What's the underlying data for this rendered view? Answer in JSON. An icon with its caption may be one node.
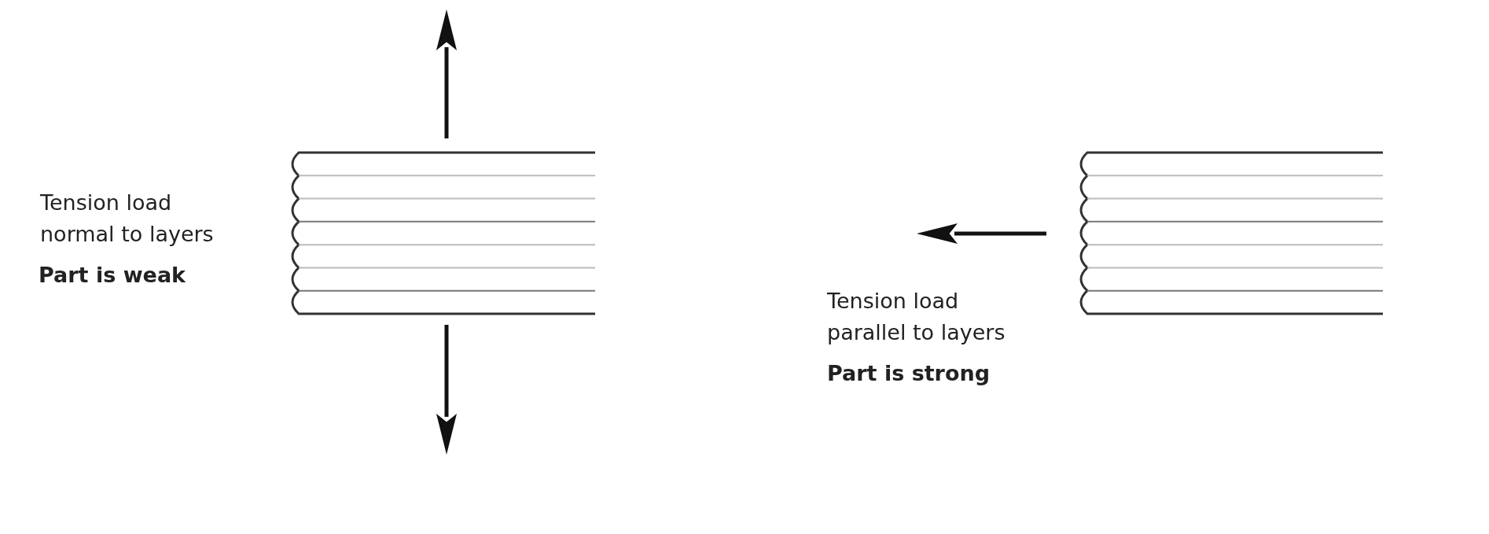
{
  "diagram": {
    "labels": [
      "Tension load normal to layers",
      "Part is weak",
      "Tension load parallel to layers",
      "Part is strong"
    ]
  }
}
